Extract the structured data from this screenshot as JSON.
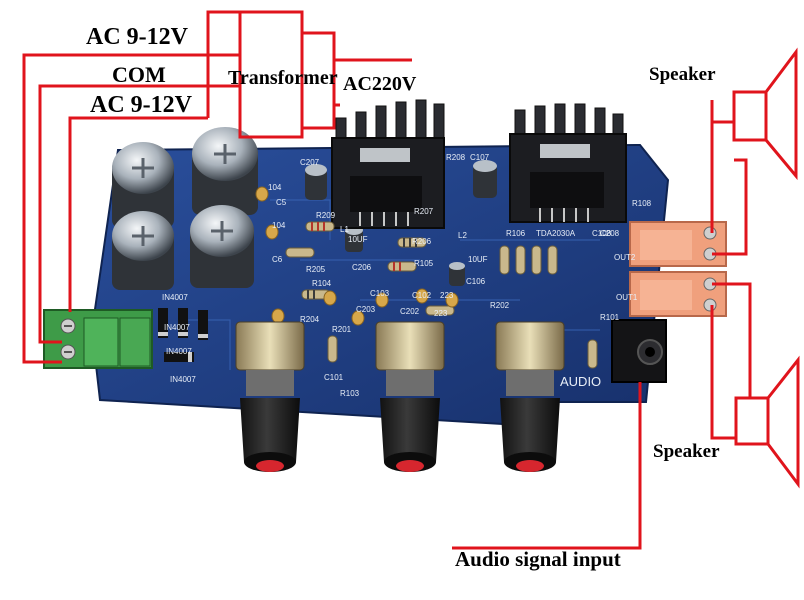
{
  "labels": {
    "ac_top": "AC 9-12V",
    "com": "COM",
    "ac_bottom": "AC 9-12V",
    "transformer": "Transformer",
    "ac220": "AC220V",
    "speaker_top": "Speaker",
    "speaker_bottom": "Speaker",
    "audio_input": "Audio signal input"
  },
  "board_silk": [
    "C207",
    "R208",
    "C107",
    "104",
    "C5",
    "R209",
    "R207",
    "L1",
    "104",
    "L2",
    "TDA2030A",
    "R106",
    "OUT2",
    "C6",
    "R205",
    "10UF",
    "C206",
    "R206",
    "R105",
    "10UF",
    "C106",
    "R104",
    "C103",
    "C102",
    "223",
    "R202",
    "C203",
    "C202",
    "223",
    "R204",
    "R201",
    "AUDIO",
    "IN4007",
    "IN4007",
    "IN4007",
    "IN4007",
    "C101",
    "R103",
    "R101",
    "OUT1",
    "C208",
    "C108",
    "R108"
  ],
  "colors": {
    "wire": "#e0141c",
    "board": "#1f3f8a",
    "terminal_green": "#45a84f",
    "terminal_pink": "#f0a07d",
    "heatsink": "#24262a"
  }
}
